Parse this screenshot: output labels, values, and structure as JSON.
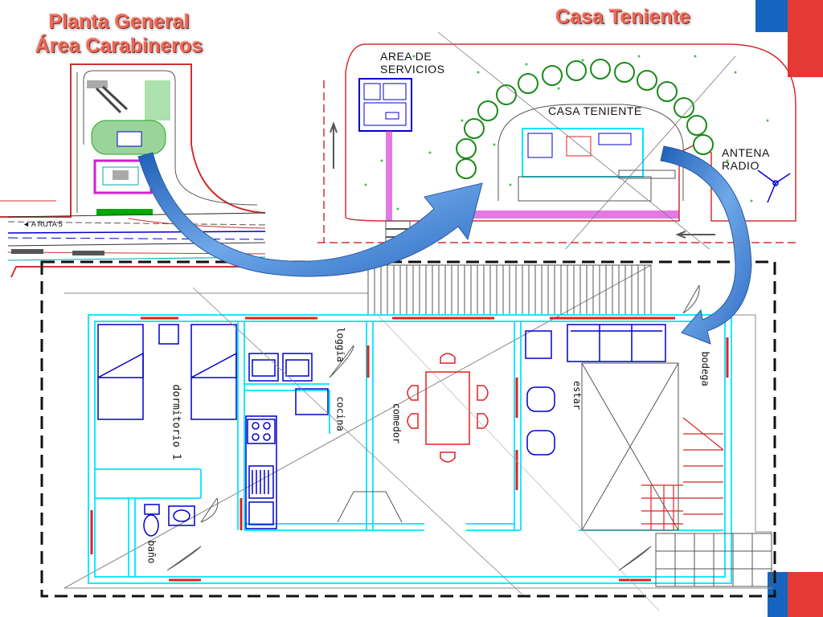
{
  "slide": {
    "title_left_line1": "Planta General",
    "title_left_line2": "Área Carabineros",
    "title_right": "Casa Teniente"
  },
  "site_plan": {
    "servicios_line1": "AREA DE",
    "servicios_line2": "SERVICIOS",
    "casa_label": "CASA TENIENTE",
    "antena_line1": "ANTENA",
    "antena_line2": "RADIO"
  },
  "overview_plan": {
    "road_label": "◄ A RUTA 5"
  },
  "floor_plan": {
    "rooms": {
      "dormitorio": "dormitorio 1",
      "bano": "baño",
      "loggia": "loggia",
      "cocina": "cocina",
      "comedor": "comedor",
      "estar": "estar",
      "bodega": "bodega"
    }
  },
  "colors": {
    "title": "#e86a5a",
    "wall": "#00e5ff",
    "furniture": "#0000cc",
    "door": "#e02020",
    "hedge": "#22aa22",
    "magenta": "#d020d0",
    "arrow": "#3a7fd0",
    "flag_blue": "#1565c0",
    "flag_red": "#e53935"
  }
}
